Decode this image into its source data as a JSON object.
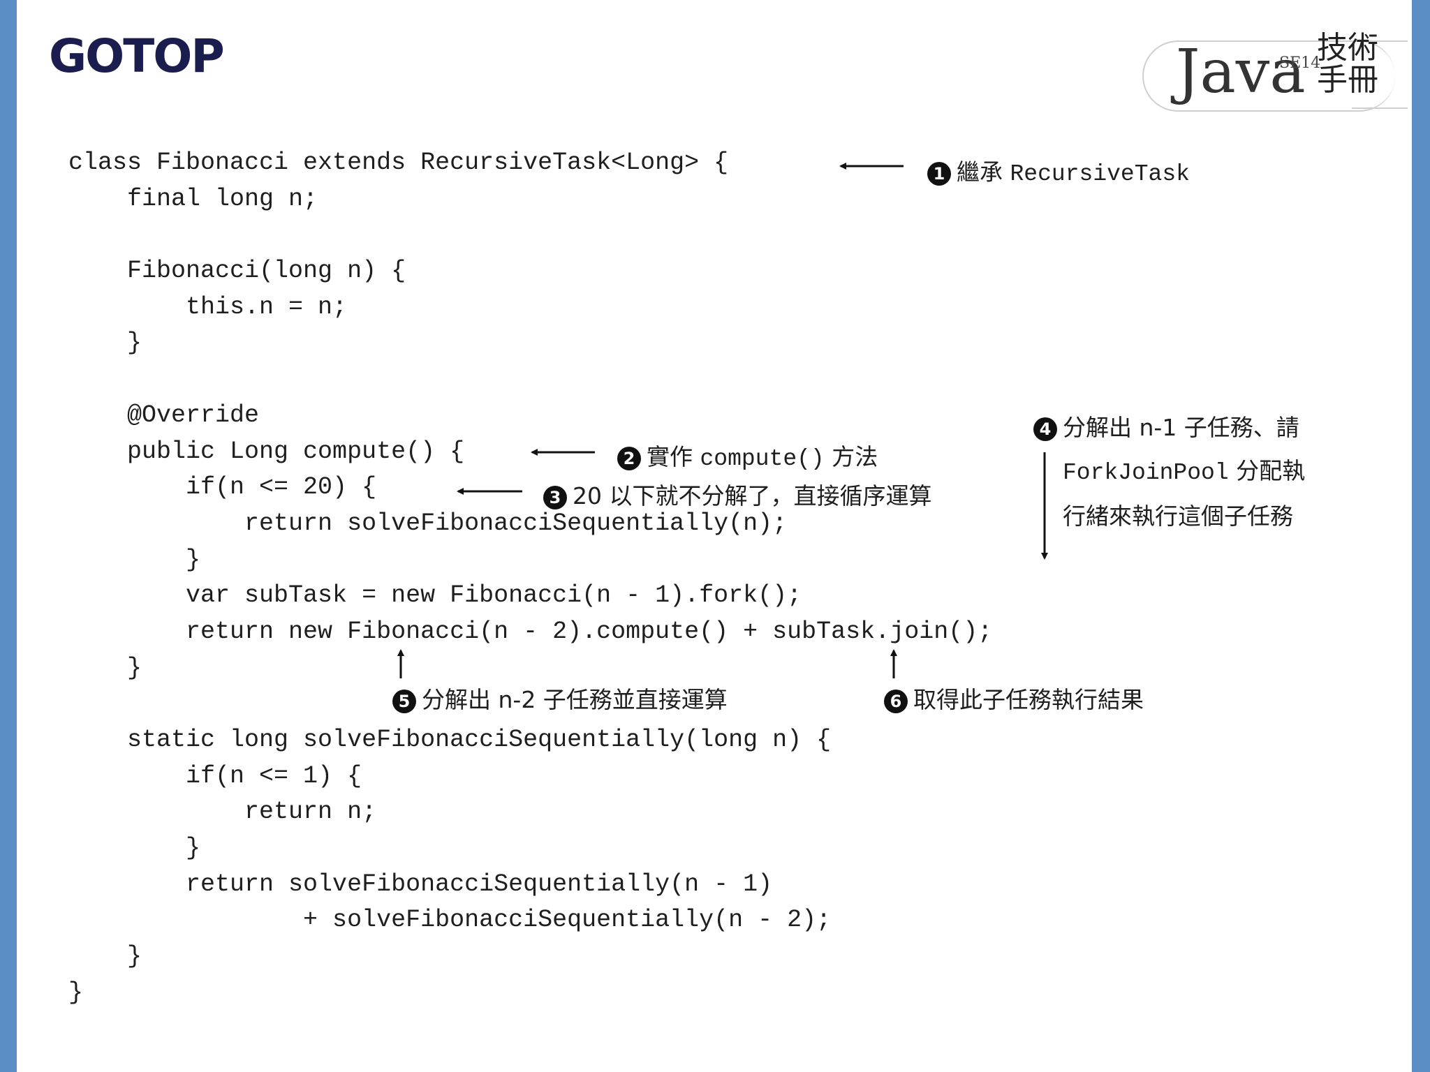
{
  "header": {
    "logo_text": "GOTOP",
    "badge": {
      "java": "Java",
      "edition": "SE14",
      "cjk": "技術手冊"
    }
  },
  "code_lines": [
    "class Fibonacci extends RecursiveTask<Long> {",
    "    final long n;",
    "",
    "    Fibonacci(long n) {",
    "        this.n = n;",
    "    }",
    "",
    "    @Override",
    "    public Long compute() {",
    "        if(n <= 20) {",
    "            return solveFibonacciSequentially(n);",
    "        }",
    "        var subTask = new Fibonacci(n - 1).fork();",
    "        return new Fibonacci(n - 2).compute() + subTask.join();",
    "    }",
    "",
    "    static long solveFibonacciSequentially(long n) {",
    "        if(n <= 1) {",
    "            return n;",
    "        }",
    "        return solveFibonacciSequentially(n - 1)",
    "                + solveFibonacciSequentially(n - 2);",
    "    }",
    "}"
  ],
  "annotations": {
    "a1": {
      "num": "1",
      "prefix": "繼承",
      "mono": "RecursiveTask"
    },
    "a2": {
      "num": "2",
      "prefix": "實作",
      "mono": "compute()",
      "suffix": "方法"
    },
    "a3": {
      "num": "3",
      "text": "20 以下就不分解了，直接循序運算"
    },
    "a4": {
      "num": "4",
      "line1": "分解出 n-1 子任務、請",
      "mono": "ForkJoinPool",
      "line2_suffix": "分配執",
      "line3": "行緒來執行這個子任務"
    },
    "a5": {
      "num": "5",
      "text": "分解出 n-2 子任務並直接運算"
    },
    "a6": {
      "num": "6",
      "text": "取得此子任務執行結果"
    }
  },
  "colors": {
    "side_bar": "#5b8ec4",
    "logo": "#1a1d4e",
    "text": "#1e1e1e"
  }
}
